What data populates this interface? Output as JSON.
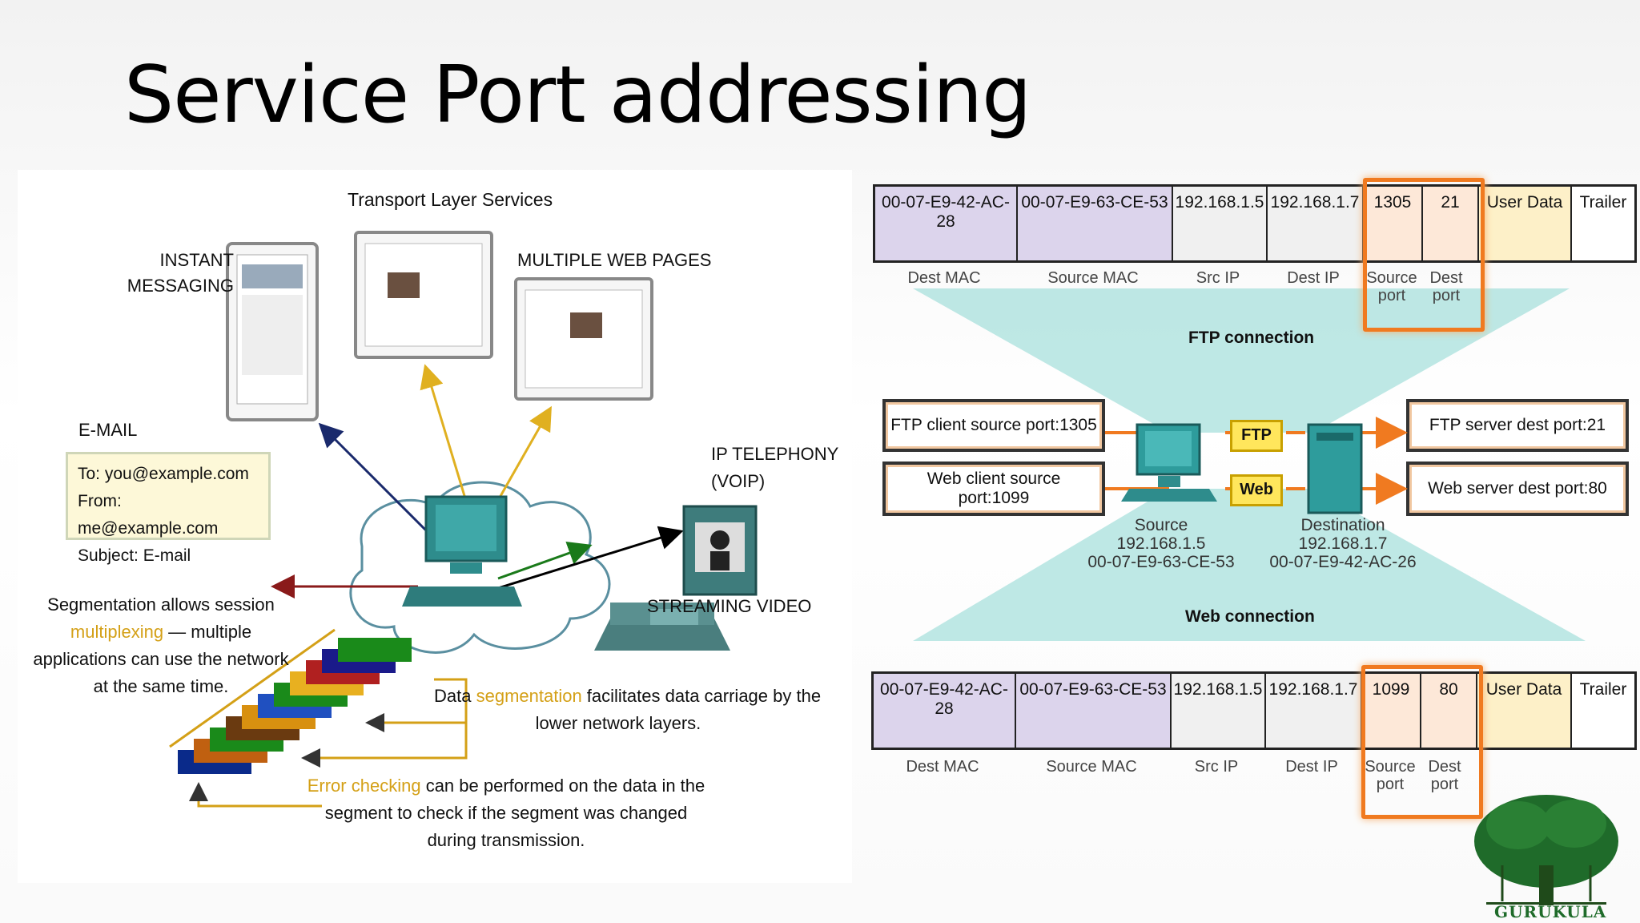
{
  "slide": {
    "title": "Service Port addressing"
  },
  "left_diagram": {
    "heading": "Transport Layer Services",
    "instant_messaging": [
      "INSTANT",
      "MESSAGING"
    ],
    "web_pages": "MULTIPLE WEB PAGES",
    "email": {
      "label": "E-MAIL",
      "to": "To: you@example.com",
      "from": "From: me@example.com",
      "subject": "Subject: E-mail"
    },
    "ip_telephony": [
      "IP TELEPHONY",
      "(VOIP)"
    ],
    "streaming_video": "STREAMING VIDEO",
    "segmentation_note": [
      "Segmentation allows session",
      "multiplexing",
      " — multiple",
      "applications can use the network",
      "at the same time."
    ],
    "data_segmentation_note": [
      "Data ",
      "segmentation",
      " facilitates data carriage by the",
      "lower network layers."
    ],
    "error_checking_note": [
      "Error checking",
      " can be performed on the data in the",
      "segment to check if the segment was changed",
      "during transmission."
    ],
    "highlight_color": "#d4a017"
  },
  "right_diagram": {
    "ftp_frame": {
      "cells": [
        "00-07-E9-42-AC-28",
        "00-07-E9-63-CE-53",
        "192.168.1.5",
        "192.168.1.7",
        "1305",
        "21",
        "User Data",
        "Trailer"
      ],
      "captions": [
        "Dest MAC",
        "Source MAC",
        "Src IP",
        "Dest IP",
        "Source port",
        "Dest port"
      ]
    },
    "web_frame": {
      "cells": [
        "00-07-E9-42-AC-28",
        "00-07-E9-63-CE-53",
        "192.168.1.5",
        "192.168.1.7",
        "1099",
        "80",
        "User Data",
        "Trailer"
      ],
      "captions": [
        "Dest MAC",
        "Source MAC",
        "Src IP",
        "Dest IP",
        "Source port",
        "Dest port"
      ]
    },
    "ftp_connection": "FTP connection",
    "web_connection": "Web connection",
    "ftp_client": "FTP client source port:1305",
    "web_client": "Web client source port:1099",
    "ftp_server": "FTP server dest port:21",
    "web_server": "Web server dest port:80",
    "ftp_tag": "FTP",
    "web_tag": "Web",
    "source": {
      "label": "Source",
      "ip": "192.168.1.5",
      "mac": "00-07-E9-63-CE-53"
    },
    "destination": {
      "label": "Destination",
      "ip": "192.168.1.7",
      "mac": "00-07-E9-42-AC-26"
    },
    "accent_color": "#f07a20"
  },
  "logo": {
    "text": "GURUKULA",
    "color": "#1f6b2a"
  }
}
